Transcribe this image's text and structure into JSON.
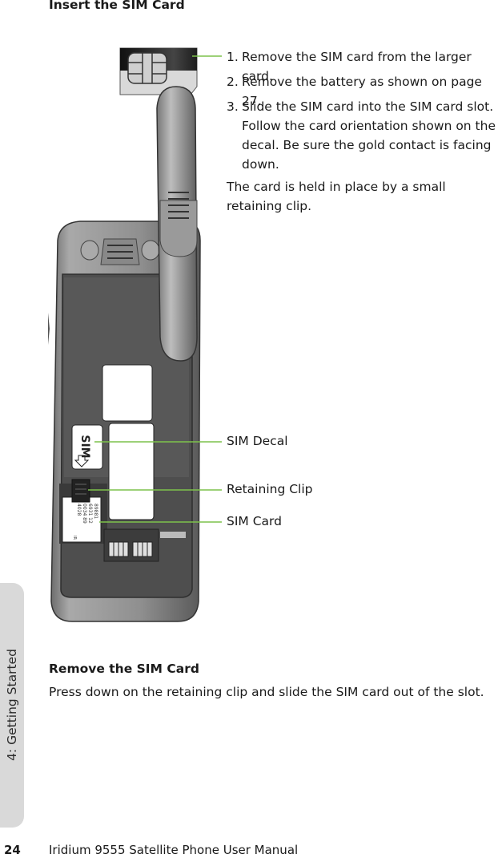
{
  "section_heading": "Insert the SIM Card",
  "steps": [
    {
      "num": "1.",
      "text": "Remove the SIM card from the larger card."
    },
    {
      "num": "2.",
      "text": "Remove the battery as shown on page 27."
    },
    {
      "num": "3.",
      "text": "Slide the SIM card into the SIM card slot. Follow the card orientation shown on the decal. Be sure the gold contact is facing down."
    }
  ],
  "note": "The card is held in place by a small retaining clip.",
  "callouts": {
    "sim_decal": "SIM Decal",
    "retaining_clip": "Retaining Clip",
    "sim_card": "SIM Card"
  },
  "illustration": {
    "decal_text": "SIM",
    "card_print": [
      "89881",
      "6931 12",
      "0034 89",
      "4028"
    ],
    "card_small": "IR"
  },
  "remove_heading": "Remove the SIM Card",
  "remove_text": "Press down on the retaining clip and slide the SIM card out of the slot.",
  "footer": {
    "page_number": "24",
    "manual_title": "Iridium 9555 Satellite Phone User Manual"
  },
  "side_tab": "4: Getting Started",
  "colors": {
    "callout_line": "#7dc24b",
    "tab": "#d9d9d9"
  }
}
